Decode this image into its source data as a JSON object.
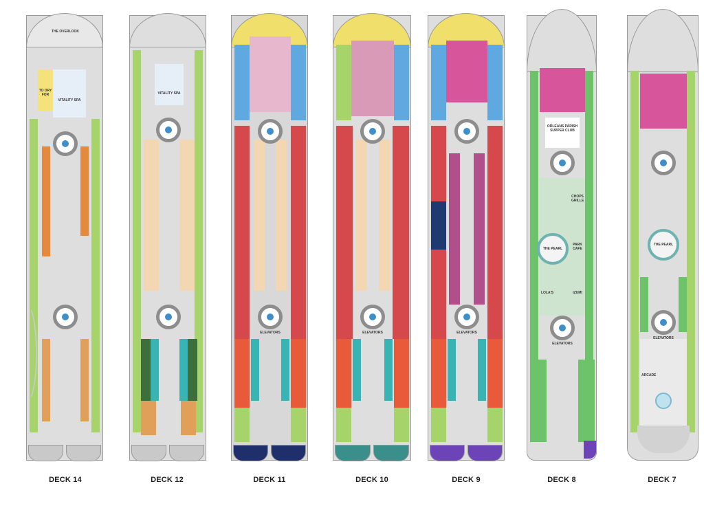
{
  "decks": [
    {
      "id": "14",
      "label": "DECK 14",
      "venues": {
        "overlook": "THE OVERLOOK",
        "to_dry_for": "TO DRY FOR",
        "spa": "VITALITY SPA"
      }
    },
    {
      "id": "12",
      "label": "DECK 12",
      "venues": {
        "spa": "VITALITY SPA"
      }
    },
    {
      "id": "11",
      "label": "DECK 11",
      "venues": {
        "elevators": "ELEVATORS"
      }
    },
    {
      "id": "10",
      "label": "DECK 10",
      "venues": {
        "elevators": "ELEVATORS"
      }
    },
    {
      "id": "9",
      "label": "DECK 9",
      "venues": {
        "elevators": "ELEVATORS"
      }
    },
    {
      "id": "8",
      "label": "DECK 8",
      "venues": {
        "supper_club": "ORLEANS PARISH SUPPER CLUB",
        "chops": "CHOPS GRILLE",
        "pearl": "THE PEARL",
        "park_cafe": "PARK CAFE",
        "izumi": "IZUMI",
        "lolas": "LOLA'S",
        "elevators": "ELEVATORS"
      }
    },
    {
      "id": "7",
      "label": "DECK 7",
      "venues": {
        "pearl": "THE PEARL",
        "arcade": "ARCADE",
        "elevators": "ELEVATORS"
      }
    }
  ],
  "colors": {
    "interior_cabins": "#a6d36a",
    "balcony_cabins": "#6cc36a",
    "oceanview": "#f0df6b",
    "suites": "#d7569b",
    "crown_loft": "#e06a9d",
    "studio": "#2b7fc6",
    "central_park_view": "#38b4b4",
    "boardwalk_view": "#e58a3c",
    "promenade": "#d5484c",
    "spa_class": "#5fa8e0",
    "accessible": "#8a63c9"
  }
}
